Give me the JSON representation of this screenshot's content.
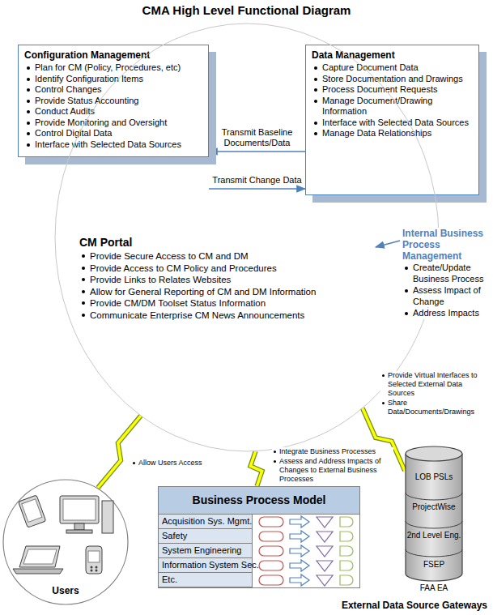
{
  "diagram": {
    "title": "CMA High Level Functional Diagram",
    "nodes": [
      {
        "text": [
          "Configuration Management",
          "Plan for CM (Policy, Procedures, etc)",
          "Identify Configuration Items",
          "Control Changes",
          "Provide Status Accounting",
          "Conduct Audits",
          "Provide Monitoring and Oversight",
          "Control Digital Data",
          "Interface with Selected Data Sources"
        ]
      },
      {
        "text": [
          "Data Management",
          "Capture Document Data",
          "Store Documentation and Drawings",
          "Process Document Requests",
          "Manage Document/Drawing Information",
          "Interface with Selected Data Sources",
          "Manage Data Relationships"
        ]
      },
      {
        "text": [
          "CM Portal",
          "Provide Secure Access to CM and DM",
          "Provide Access to CM Policy and Procedures",
          "Provide Links to Relates Websites",
          "Allow for General Reporting of CM and DM Information",
          "Provide CM/DM Toolset Status Information",
          "Communicate Enterprise CM News Announcements"
        ]
      },
      {
        "text": [
          "Users"
        ]
      },
      {
        "text": [
          "Business Process Model"
        ]
      },
      {
        "text": [
          "Acquisition Sys. Mgmt."
        ],
        "in": 4
      },
      {
        "text": [
          "Safety"
        ],
        "in": 4
      },
      {
        "text": [
          "System Engineering"
        ],
        "in": 4
      },
      {
        "text": [
          "Information System Sec."
        ],
        "in": 4
      },
      {
        "text": [
          "Etc."
        ],
        "in": 4
      },
      {
        "text": [
          "FAA EA",
          "External Data Source Gateways"
        ]
      },
      {
        "text": [
          "LOB PSLs"
        ],
        "in": 10
      },
      {
        "text": [
          "ProjectWise"
        ],
        "in": 10
      },
      {
        "text": [
          "2nd Level Eng."
        ],
        "in": 10
      },
      {
        "text": [
          "FSEP"
        ],
        "in": 10
      }
    ],
    "edges": [
      {
        "from": 1,
        "to": 0,
        "arrow": "to",
        "label": "Transmit Baseline Documents/Data"
      },
      {
        "from": 0,
        "to": 1,
        "arrow": "to",
        "label": "Transmit Change Data"
      },
      {
        "from": 2,
        "to": 3,
        "arrow": "none"
      },
      {
        "from": 2,
        "to": 4,
        "arrow": "none"
      },
      {
        "from": 2,
        "to": 10,
        "arrow": "none"
      }
    ],
    "labels": [
      "Internal Business Process Management",
      "Create/Update Business Process",
      "Assess Impact of Change",
      "Address Impacts",
      "Allow Users Access",
      "Integrate Business Processes",
      "Assess and Address Impacts of Changes to External Business Processes",
      "Provide Virtual Interfaces to Selected External Data Sources",
      "Share Data/Documents/Drawings"
    ]
  }
}
